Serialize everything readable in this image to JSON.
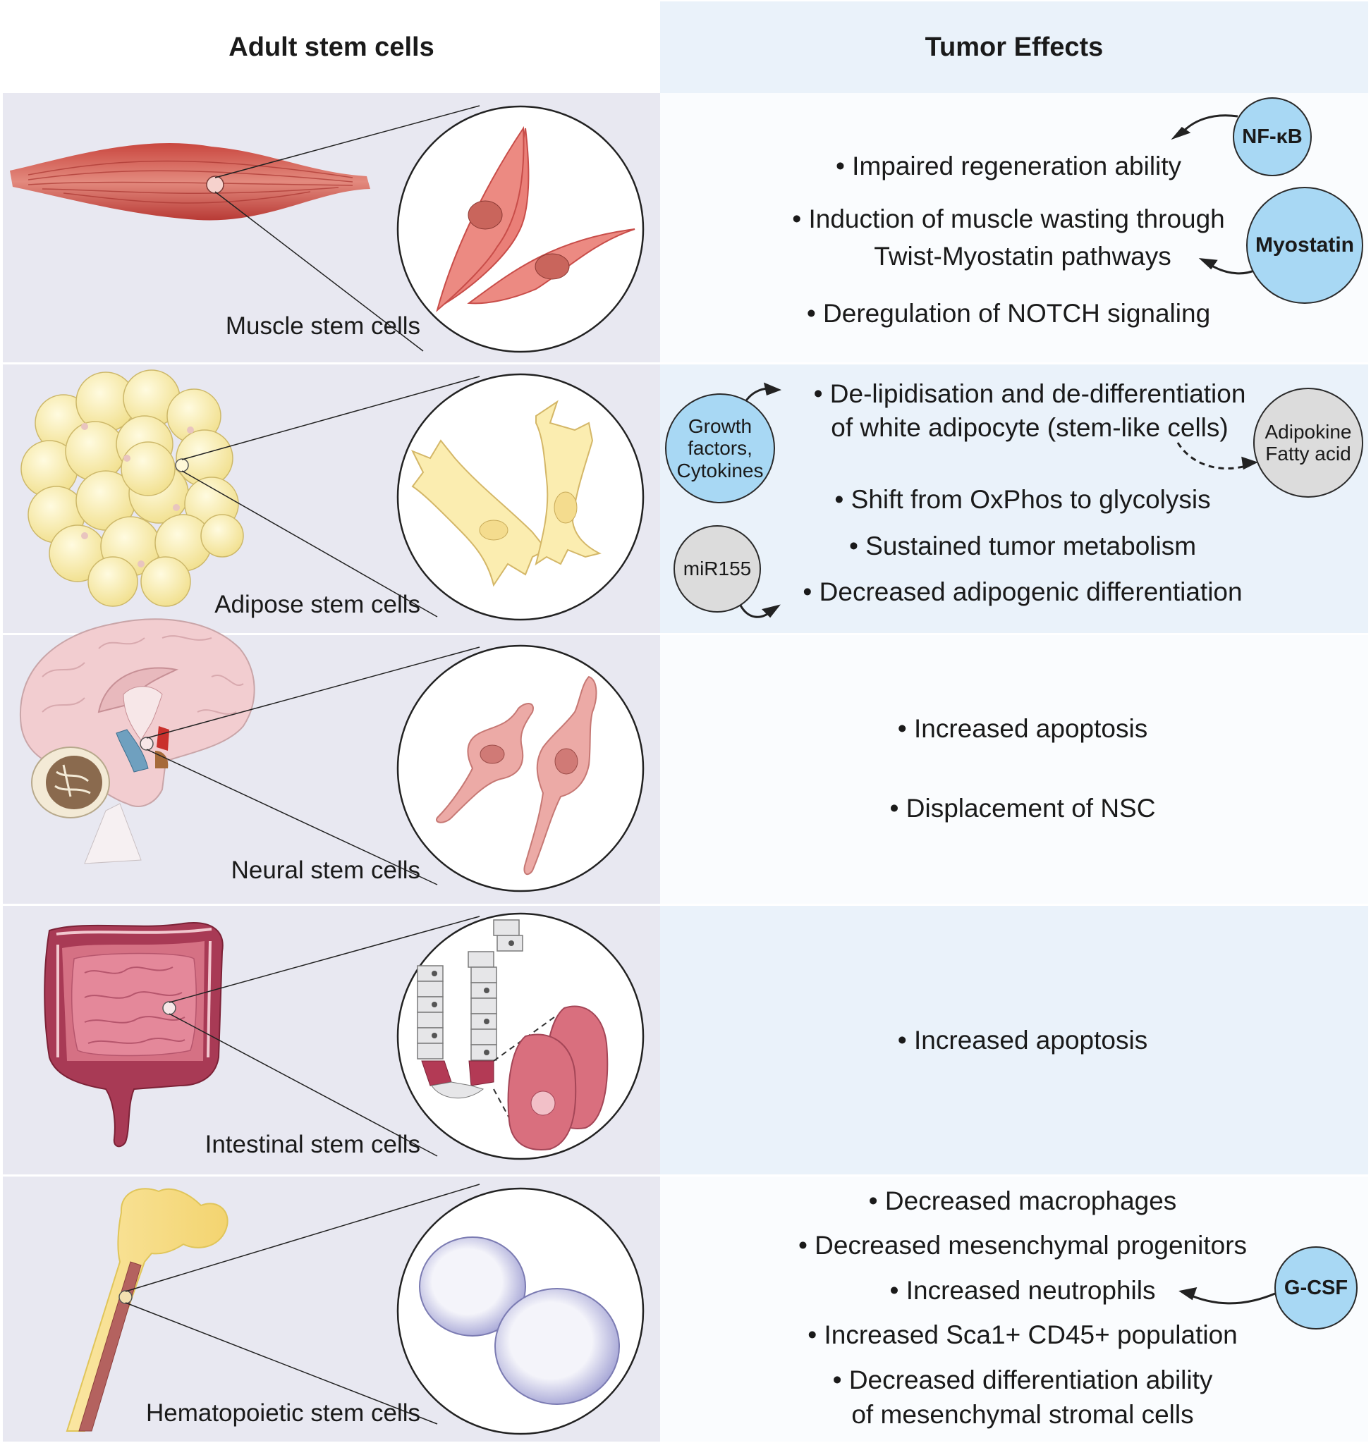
{
  "headers": {
    "left": "Adult stem cells",
    "right": "Tumor Effects"
  },
  "rows": [
    {
      "label": "Muscle stem cells",
      "effects": [
        "• Impaired regeneration ability",
        "• Induction of muscle wasting through",
        "Twist-Myostatin pathways",
        "• Deregulation of NOTCH signaling"
      ],
      "bubbles": [
        "NF-κB",
        "Myostatin"
      ]
    },
    {
      "label": "Adipose stem cells",
      "effects": [
        "• De-lipidisation and de-differentiation",
        "of white adipocyte (stem-like cells)",
        "• Shift from OxPhos to glycolysis",
        "• Sustained tumor metabolism",
        "• Decreased adipogenic differentiation"
      ],
      "bubbles": [
        "Growth",
        "factors,",
        "Cytokines",
        "Adipokine",
        "Fatty acid",
        "miR155"
      ]
    },
    {
      "label": "Neural stem cells",
      "effects": [
        "• Increased apoptosis",
        "• Displacement of NSC"
      ]
    },
    {
      "label": "Intestinal stem cells",
      "effects": [
        "• Increased apoptosis"
      ]
    },
    {
      "label": "Hematopoietic stem cells",
      "effects": [
        "• Decreased macrophages",
        "• Decreased mesenchymal progenitors",
        "• Increased neutrophils",
        "• Increased Sca1+ CD45+ population",
        "• Decreased differentiation ability",
        "of mesenchymal stromal cells"
      ],
      "bubbles": [
        "G-CSF"
      ]
    }
  ],
  "colors": {
    "left_panel": "#e8e8f1",
    "right_blue": "#eaf2fa",
    "bubble_blue": "#a8d8f4",
    "bubble_grey": "#dcdcdc",
    "muscle": "#d9534f",
    "fat": "#f7ecaa",
    "brain": "#f2cdd0",
    "intestine": "#b5435c",
    "blood_cell": "#c2c2e4"
  }
}
